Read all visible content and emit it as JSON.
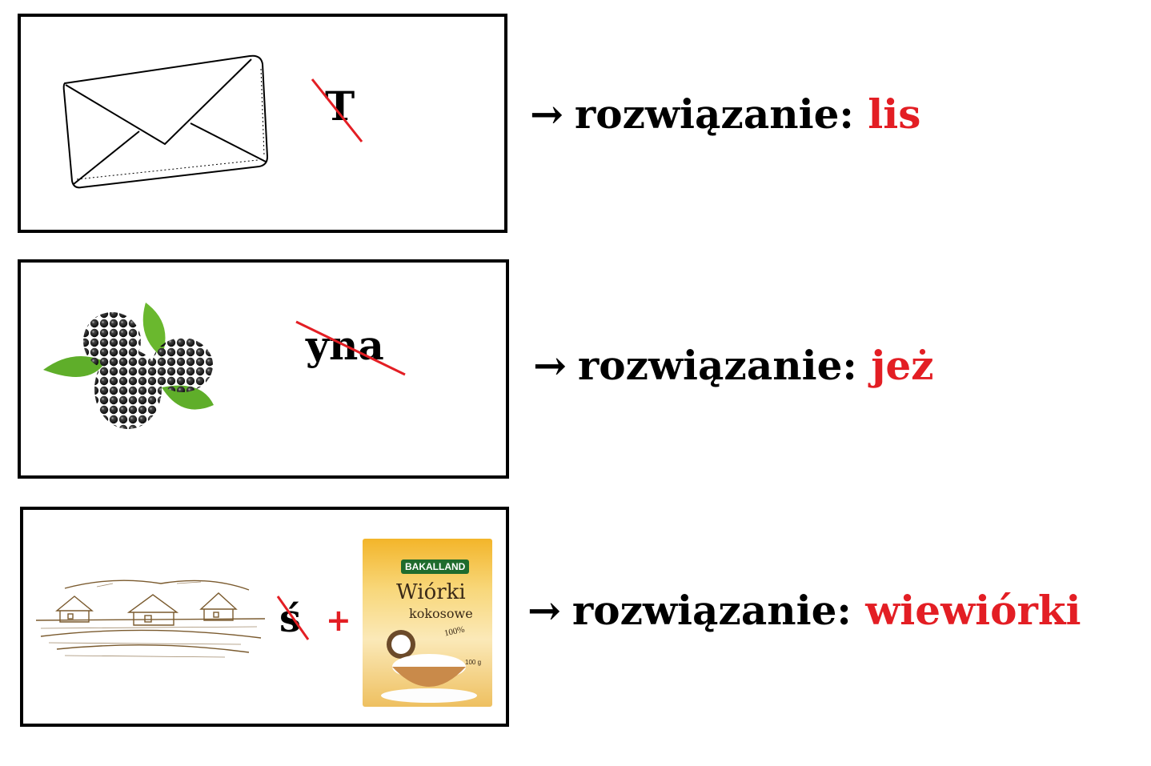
{
  "puzzles": [
    {
      "picture": "envelope-icon",
      "struck_text": "T",
      "arrow": "→",
      "answer_label": "rozwiązanie:",
      "answer_word": "lis"
    },
    {
      "picture": "blackberry-icon",
      "struck_text": "yna",
      "arrow": "→",
      "answer_label": "rozwiązanie:",
      "answer_word": "jeż"
    },
    {
      "picture": "village-icon",
      "struck_text": "ś",
      "plus": "+",
      "package": {
        "brand": "BAKALLAND",
        "title_line1": "Wiórki",
        "title_line2": "kokosowe",
        "badge": "100%",
        "weight": "100 g"
      },
      "arrow": "→",
      "answer_label": "rozwiązanie:",
      "answer_word": "wiewiórki"
    }
  ],
  "colors": {
    "answer_accent": "#e31e24",
    "border": "#000000"
  }
}
